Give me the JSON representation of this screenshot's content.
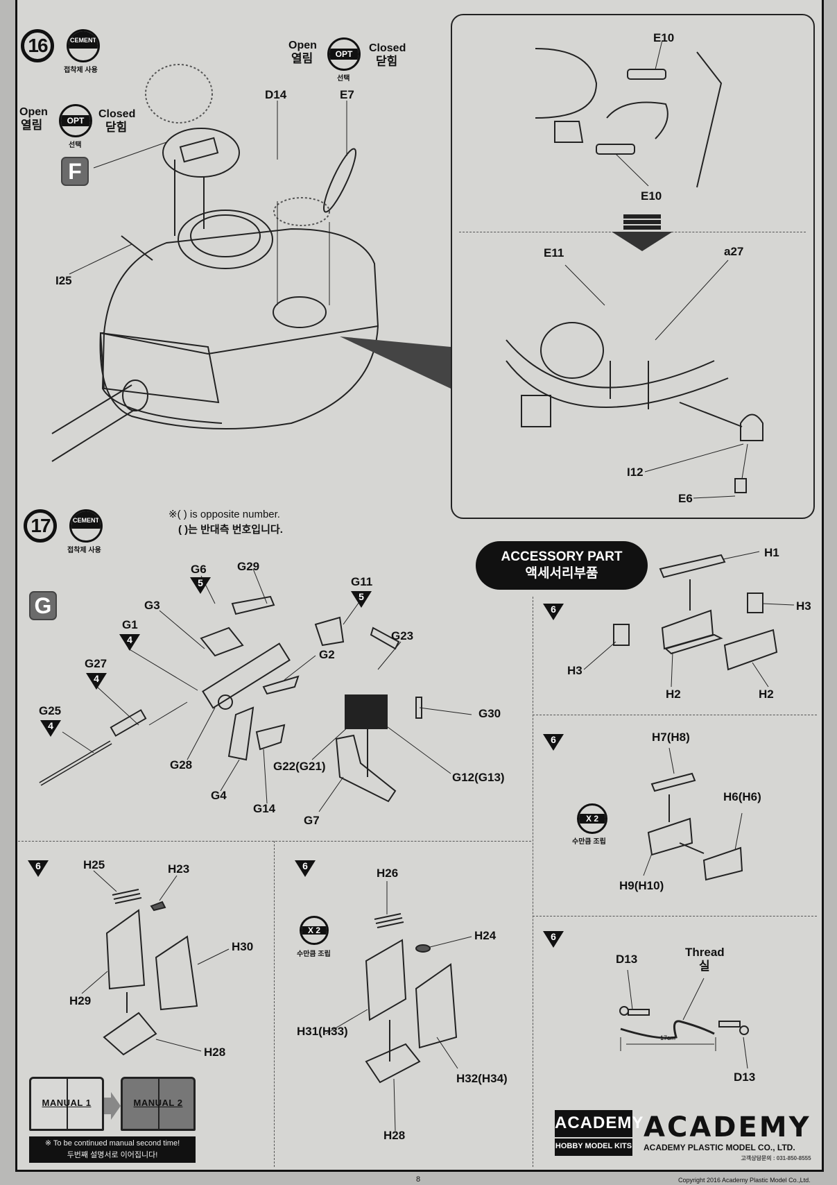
{
  "step16": {
    "number": "16",
    "cement": {
      "label": "CEMENT",
      "caption": "접착제 사용"
    },
    "option_left": {
      "open_en": "Open",
      "open_ko": "열림",
      "badge": "OPT",
      "badge_caption": "선택",
      "closed_en": "Closed",
      "closed_ko": "닫힘"
    },
    "option_top": {
      "open_en": "Open",
      "open_ko": "열림",
      "badge": "OPT",
      "badge_caption": "선택",
      "closed_en": "Closed",
      "closed_ko": "닫힘"
    },
    "sprue_letter": "F",
    "parts": [
      "D14",
      "E7",
      "I25"
    ],
    "detail_panel": {
      "top_parts": [
        "E10",
        "E10"
      ],
      "bottom_parts": [
        "E11",
        "a27",
        "I12",
        "E6"
      ]
    }
  },
  "step17": {
    "number": "17",
    "cement": {
      "label": "CEMENT",
      "caption": "접착제 사용"
    },
    "note_en": "※( ) is opposite number.",
    "note_ko": "( )는 반대측 번호입니다.",
    "sprue_letter": "G",
    "parts": [
      {
        "id": "G6",
        "marker": "5"
      },
      {
        "id": "G29"
      },
      {
        "id": "G11",
        "marker": "5"
      },
      {
        "id": "G3"
      },
      {
        "id": "G1",
        "marker": "4"
      },
      {
        "id": "G27",
        "marker": "4"
      },
      {
        "id": "G25",
        "marker": "4"
      },
      {
        "id": "G2"
      },
      {
        "id": "G23"
      },
      {
        "id": "G30"
      },
      {
        "id": "G28"
      },
      {
        "id": "G4"
      },
      {
        "id": "G14"
      },
      {
        "id": "G22(G21)"
      },
      {
        "id": "G12(G13)"
      },
      {
        "id": "G7"
      }
    ]
  },
  "jerrycan_a": {
    "marker": "6",
    "parts": [
      "H25",
      "H23",
      "H30",
      "H29",
      "H28"
    ]
  },
  "jerrycan_b": {
    "marker": "6",
    "multiplier": {
      "label": "X 2",
      "caption": "수만큼 조립"
    },
    "parts": [
      "H26",
      "H24",
      "H31(H33)",
      "H32(H34)",
      "H28"
    ]
  },
  "accessory": {
    "title_en": "ACCESSORY PART",
    "title_ko": "액세서리부품",
    "box1": {
      "marker": "6",
      "parts": [
        "H1",
        "H3",
        "H3",
        "H2",
        "H2"
      ]
    },
    "box2": {
      "marker": "6",
      "multiplier": {
        "label": "X 2",
        "caption": "수만큼 조립"
      },
      "parts": [
        "H7(H8)",
        "H6(H6)",
        "H9(H10)"
      ]
    },
    "cable": {
      "marker": "6",
      "thread_en": "Thread",
      "thread_ko": "실",
      "length": "17cm",
      "parts": [
        "D13",
        "D13"
      ]
    }
  },
  "manual_notice": {
    "manual1": "MANUAL 1",
    "manual2": "MANUAL 2",
    "line_en": "※ To be continued manual second time!",
    "line_ko": "두번째 설명서로 이어집니다!"
  },
  "branding": {
    "logo_box_top": "ACADEMY",
    "logo_box_bottom": "HOBBY MODEL KITS",
    "logo_word": "ACADEMY",
    "company": "ACADEMY PLASTIC MODEL CO., LTD.",
    "phone": "고객상담문의 : 031-850-8555"
  },
  "page_number": "8",
  "copyright": "Copyright 2016 Academy Plastic Model Co.,Ltd."
}
